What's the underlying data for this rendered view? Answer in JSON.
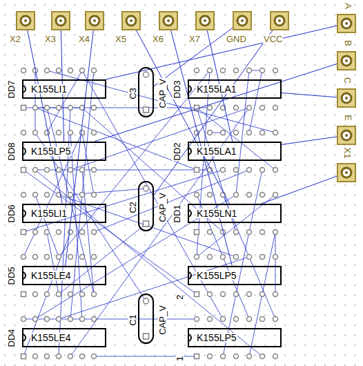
{
  "diagram": {
    "nodes": [
      {
        "text": [
          "X2"
        ]
      },
      {
        "text": [
          "X3"
        ]
      },
      {
        "text": [
          "X4"
        ]
      },
      {
        "text": [
          "X5"
        ]
      },
      {
        "text": [
          "X6"
        ]
      },
      {
        "text": [
          "X7"
        ]
      },
      {
        "text": [
          "GND"
        ]
      },
      {
        "text": [
          "VCC"
        ]
      },
      {
        "text": [
          "A"
        ]
      },
      {
        "text": [
          "B"
        ]
      },
      {
        "text": [
          "C"
        ]
      },
      {
        "text": [
          "E"
        ]
      },
      {
        "text": [
          "X1"
        ]
      },
      {
        "text": [
          "DD7",
          "K155LI1"
        ]
      },
      {
        "text": [
          "C3",
          "CAP_V"
        ]
      },
      {
        "text": [
          "DD3",
          "K155LA1"
        ]
      },
      {
        "text": [
          "DD8",
          "K155LP5"
        ]
      },
      {
        "text": [
          "DD2",
          "K155LA1"
        ]
      },
      {
        "text": [
          "DD6",
          "K155LI1"
        ]
      },
      {
        "text": [
          "C2",
          "CAP_V"
        ]
      },
      {
        "text": [
          "DD1",
          "K155LN1"
        ]
      },
      {
        "text": [
          "DD5",
          "K155LE4"
        ]
      },
      {
        "text": [
          "K155LP5"
        ]
      },
      {
        "text": [
          "DD4",
          "K155LE4"
        ]
      },
      {
        "text": [
          "C1",
          "CAP_V"
        ]
      },
      {
        "text": [
          "K155LP5"
        ]
      }
    ],
    "edges": [
      {
        "from": 0,
        "to": 18,
        "arrow": "none"
      },
      {
        "from": 1,
        "to": 16,
        "arrow": "none"
      },
      {
        "from": 2,
        "to": 21,
        "arrow": "none"
      },
      {
        "from": 3,
        "to": 20,
        "arrow": "none"
      },
      {
        "from": 4,
        "to": 22,
        "arrow": "none"
      },
      {
        "from": 5,
        "to": 17,
        "arrow": "none"
      },
      {
        "from": 6,
        "to": 14,
        "arrow": "none"
      },
      {
        "from": 7,
        "to": 19,
        "arrow": "none"
      },
      {
        "from": 8,
        "to": 13,
        "arrow": "none"
      },
      {
        "from": 9,
        "to": 16,
        "arrow": "none"
      },
      {
        "from": 10,
        "to": 15,
        "arrow": "none"
      },
      {
        "from": 11,
        "to": 17,
        "arrow": "none"
      },
      {
        "from": 12,
        "to": 20,
        "arrow": "none"
      }
    ],
    "labels": [
      "2",
      "1"
    ]
  }
}
